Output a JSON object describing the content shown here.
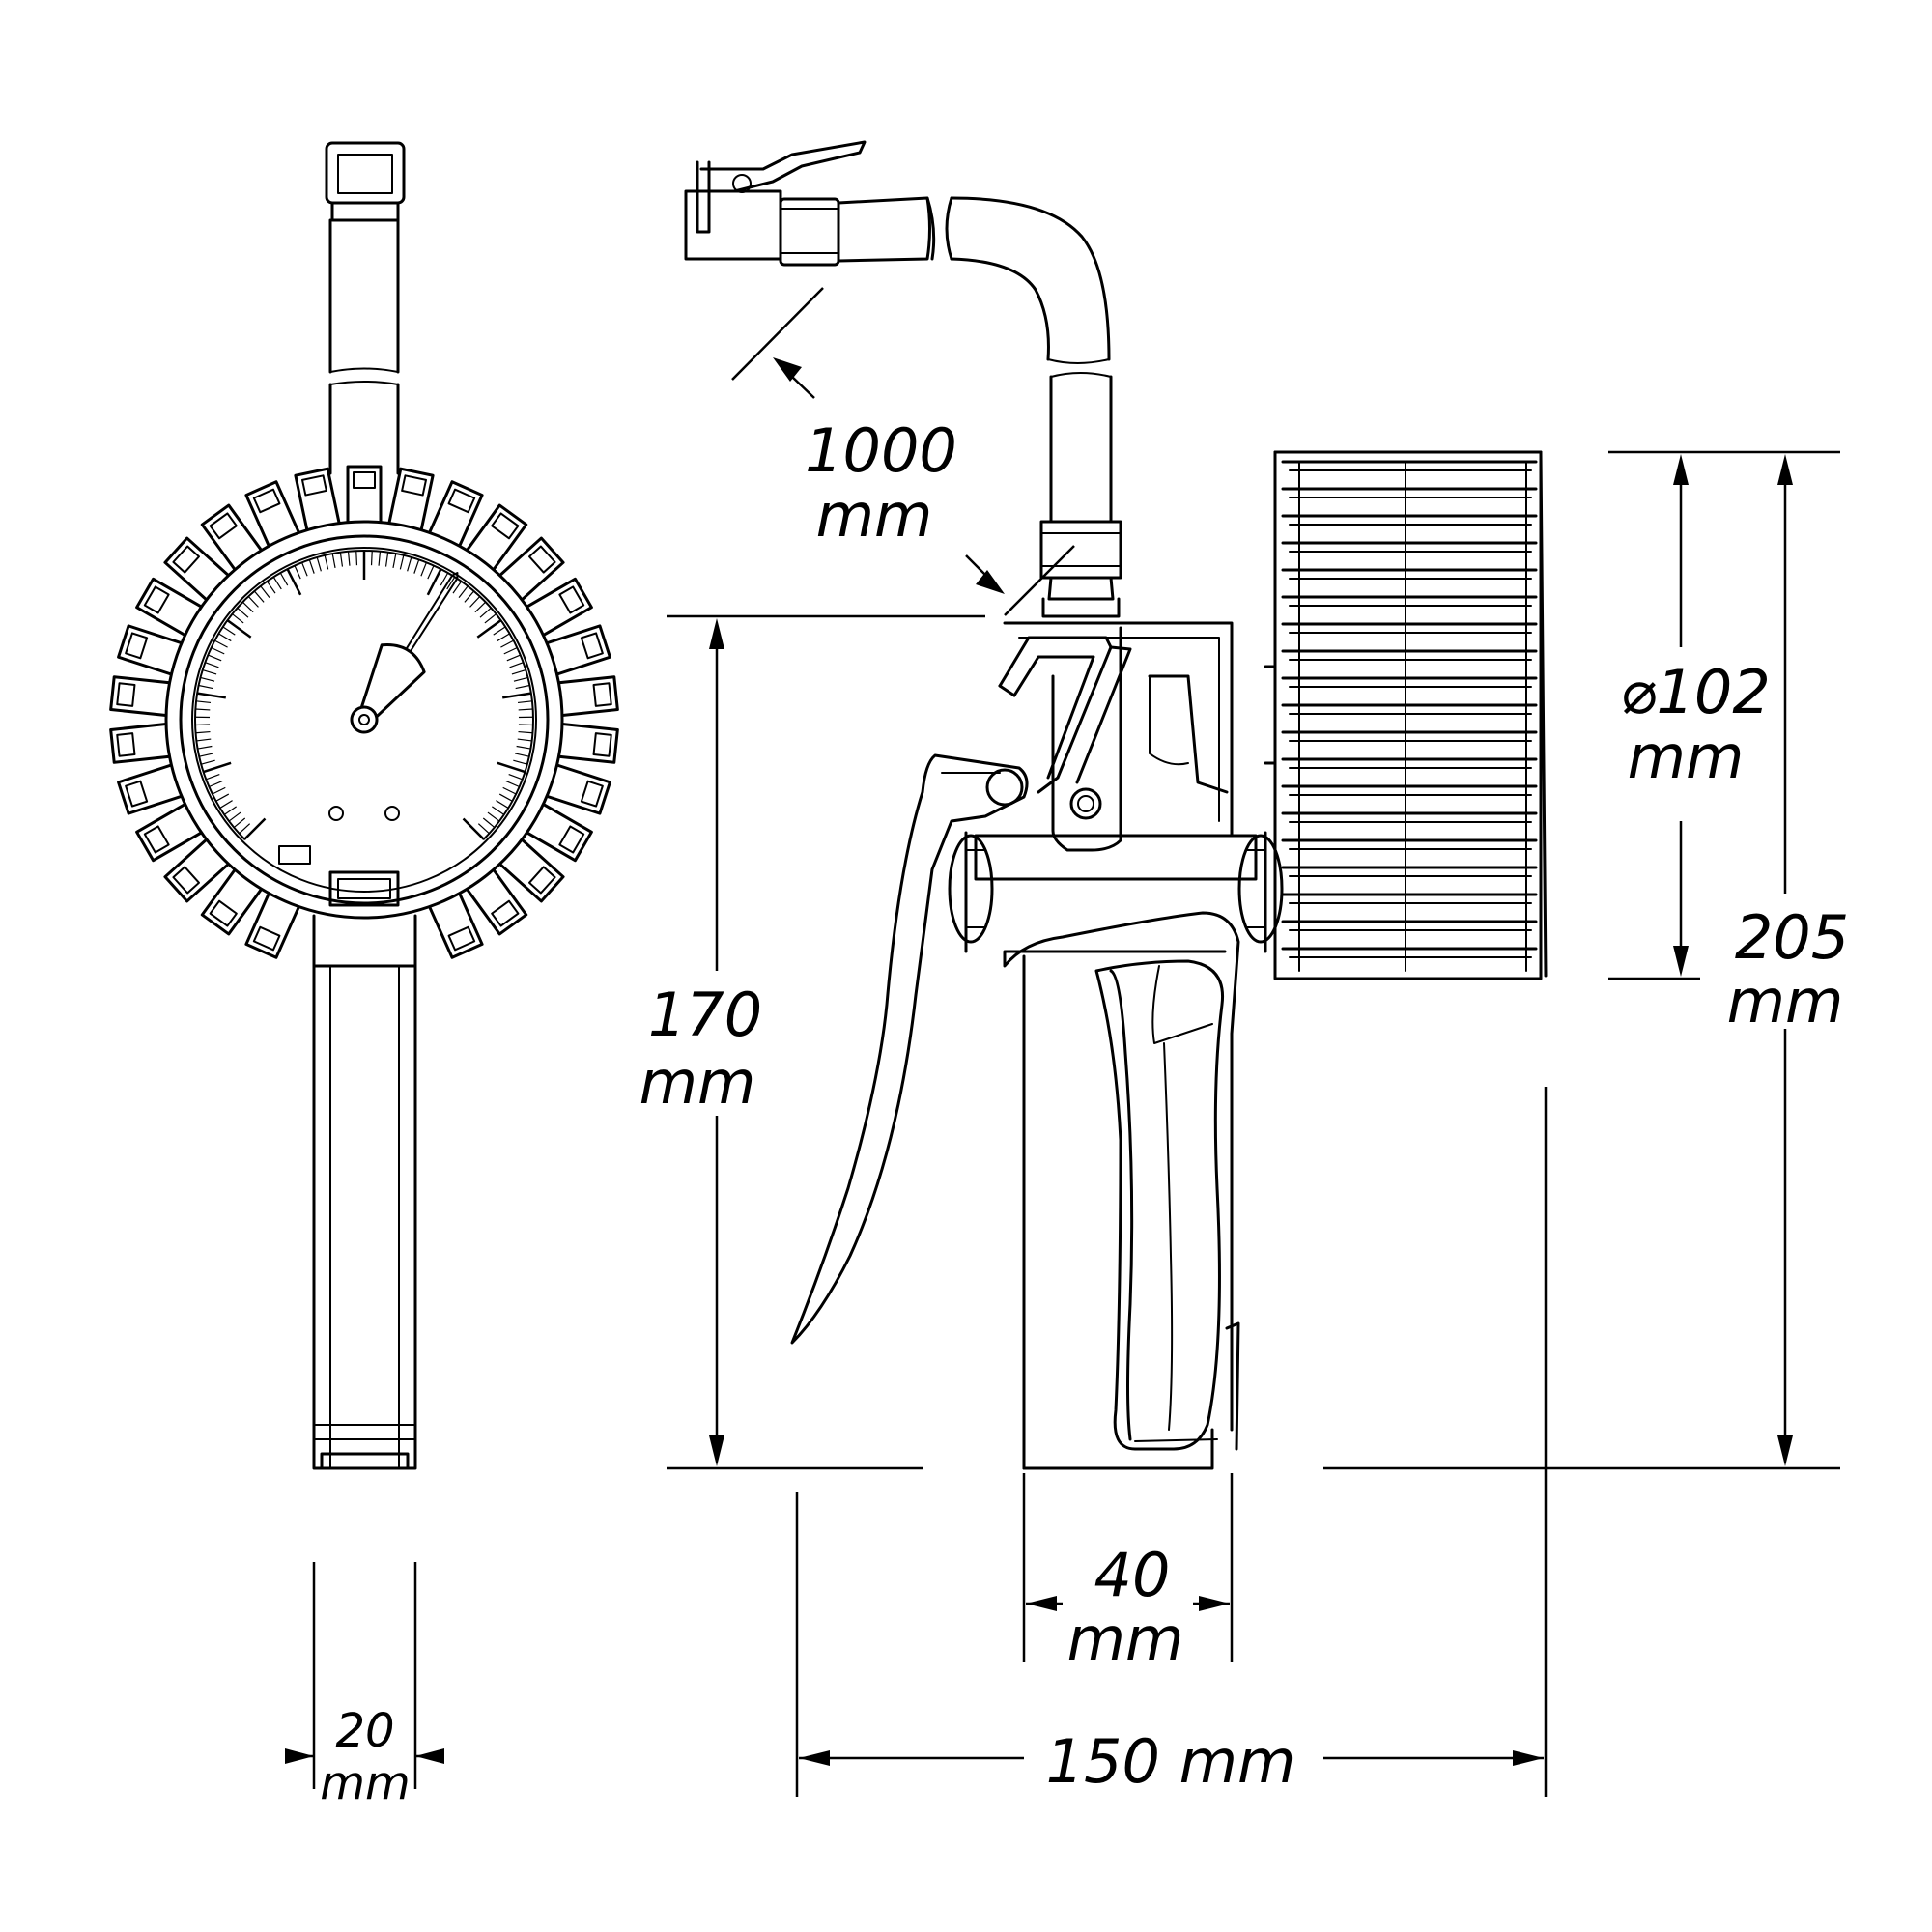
{
  "dimensions": {
    "hose_length": {
      "value": "1000",
      "unit": "mm"
    },
    "gauge_diameter": {
      "value": "⌀102",
      "unit": "mm"
    },
    "total_height": {
      "value": "205",
      "unit": "mm"
    },
    "handle_height": {
      "value": "170",
      "unit": "mm"
    },
    "grip_width": {
      "value": "40",
      "unit": "mm"
    },
    "total_width": {
      "value": "150 mm"
    },
    "depth": {
      "value": "20",
      "unit": "mm"
    }
  },
  "gauge": {
    "needle_value_fraction": 0.62
  }
}
